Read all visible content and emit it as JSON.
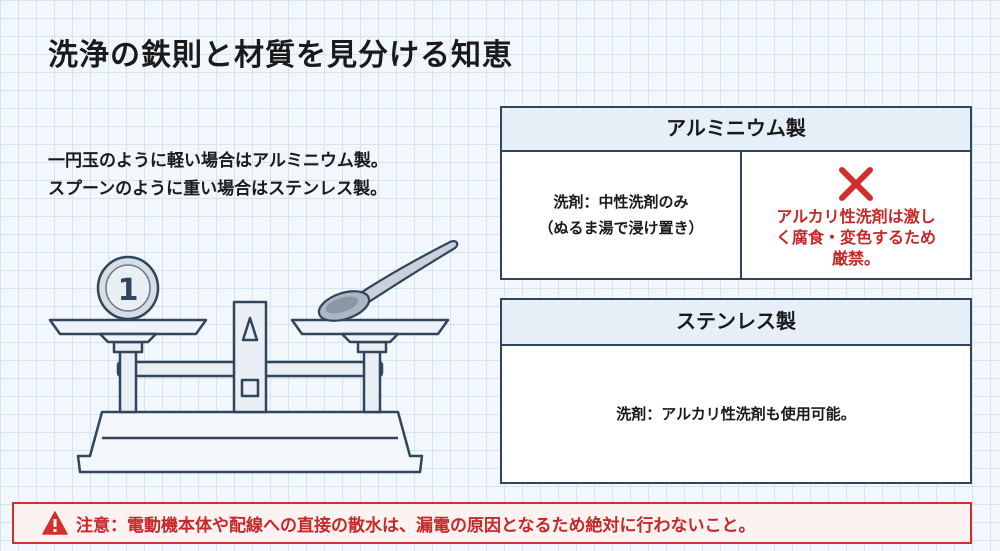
{
  "title": "洗浄の鉄則と材質を見分ける知恵",
  "intro": {
    "line1": "一円玉のように軽い場合はアルミニウム製。",
    "line2": "スプーンのように重い場合はステンレス製。"
  },
  "illustration": {
    "coin_label": "1"
  },
  "aluminum": {
    "header": "アルミニウム製",
    "detergent_line1": "洗剤：中性洗剤のみ",
    "detergent_line2": "（ぬるま湯で浸け置き）",
    "warning": "アルカリ性洗剤は激しく腐食・変色するため厳禁。",
    "warning_color": "#c62828"
  },
  "stainless": {
    "header": "ステンレス製",
    "detergent": "洗剤：アルカリ性洗剤も使用可能。"
  },
  "caution": {
    "text": "注意：電動機本体や配線への直接の散水は、漏電の原因となるため絶対に行わないこと。",
    "color": "#d32f2f"
  }
}
